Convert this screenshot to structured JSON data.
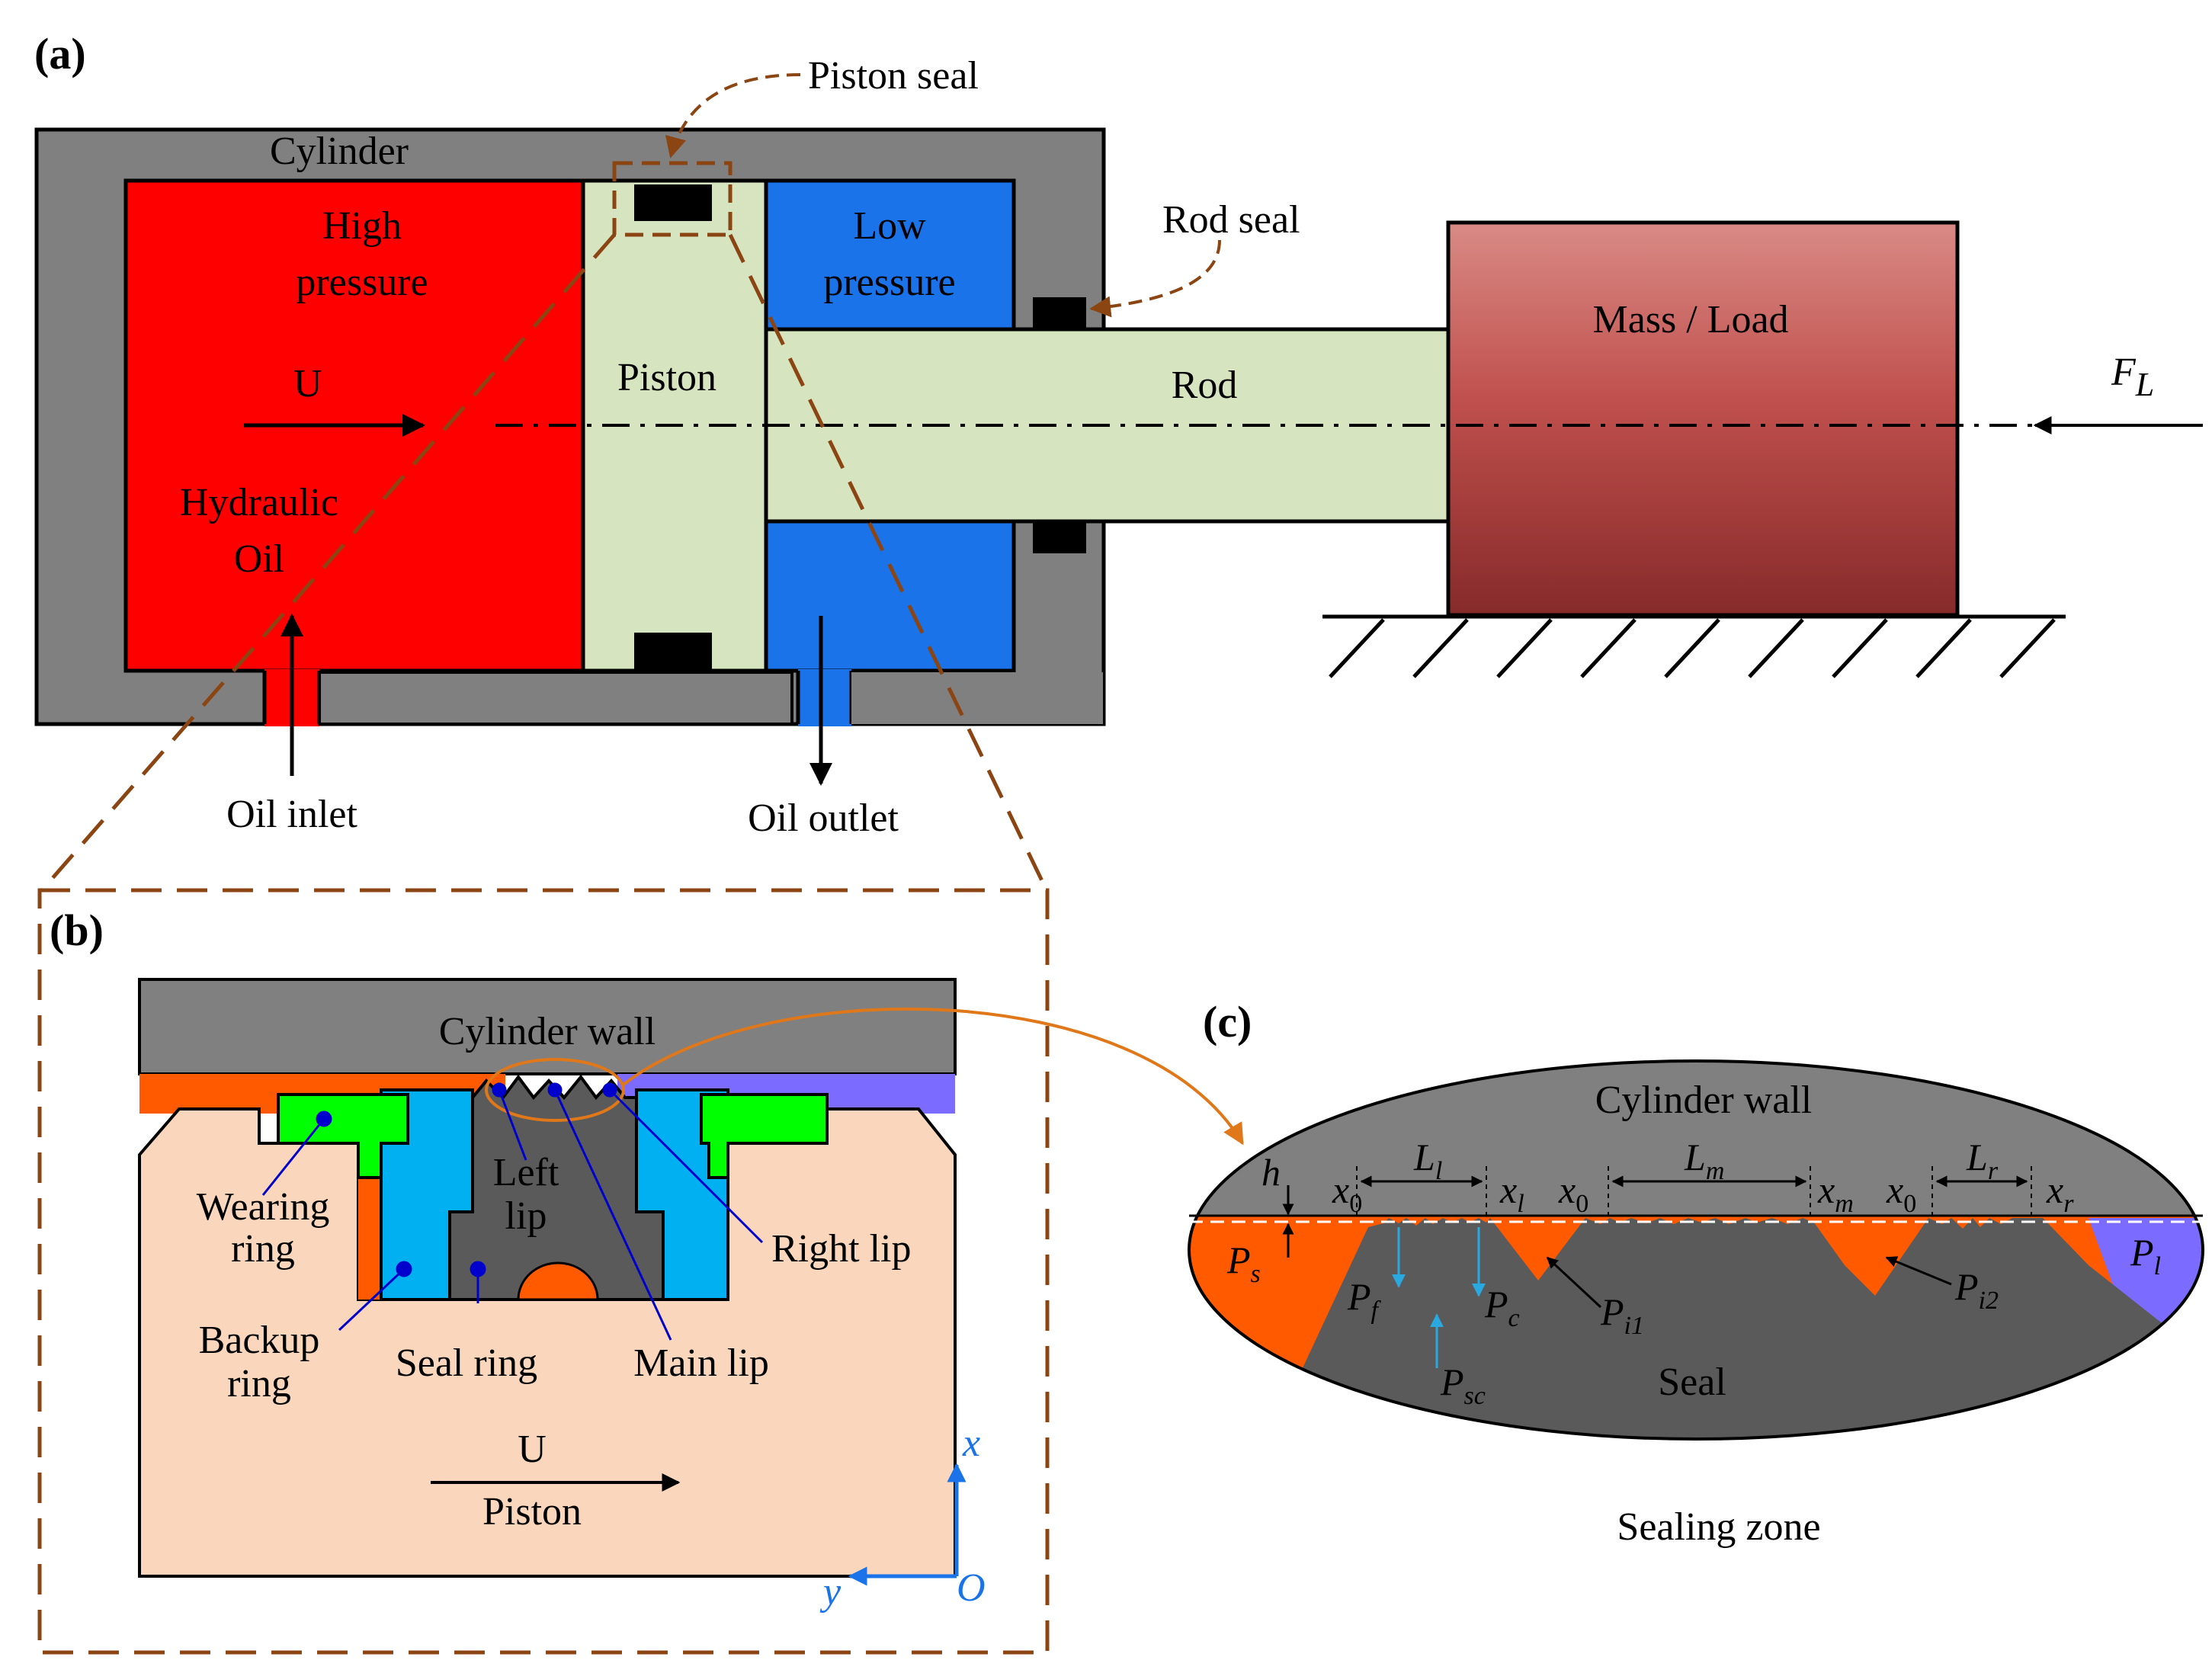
{
  "panel_a": {
    "label": "(a)",
    "cylinder": "Cylinder",
    "high_pressure_line1": "High",
    "high_pressure_line2": "pressure",
    "low_pressure_line1": "Low",
    "low_pressure_line2": "pressure",
    "piston": "Piston",
    "rod": "Rod",
    "mass_load": "Mass / Load",
    "velocity": "U",
    "hydraulic_oil_line1": "Hydraulic",
    "hydraulic_oil_line2": "Oil",
    "piston_seal": "Piston seal",
    "rod_seal": "Rod seal",
    "oil_inlet": "Oil inlet",
    "oil_outlet": "Oil outlet",
    "force_symbol": "F",
    "force_subscript": "L"
  },
  "panel_b": {
    "label": "(b)",
    "cylinder_wall": "Cylinder wall",
    "left_lip_line1": "Left",
    "left_lip_line2": "lip",
    "right_lip": "Right lip",
    "wearing_ring_line1": "Wearing",
    "wearing_ring_line2": "ring",
    "backup_ring_line1": "Backup",
    "backup_ring_line2": "ring",
    "seal_ring": "Seal ring",
    "main_lip": "Main lip",
    "velocity": "U",
    "piston": "Piston",
    "axis_x": "x",
    "axis_y": "y",
    "origin": "O"
  },
  "panel_c": {
    "label": "(c)",
    "cylinder_wall": "Cylinder wall",
    "seal": "Seal",
    "caption": "Sealing zone",
    "h": "h",
    "x0": "x",
    "x0_sub": "0",
    "ll": "L",
    "ll_sub": "l",
    "xl": "x",
    "xl_sub": "l",
    "lm": "L",
    "lm_sub": "m",
    "xm": "x",
    "xm_sub": "m",
    "lr": "L",
    "lr_sub": "r",
    "xr": "x",
    "xr_sub": "r",
    "ps": "P",
    "ps_sub": "s",
    "pf": "P",
    "pf_sub": "f",
    "pc": "P",
    "pc_sub": "c",
    "pi1": "P",
    "pi1_sub": "i1",
    "pi2": "P",
    "pi2_sub": "i2",
    "psc": "P",
    "psc_sub": "sc",
    "pl": "P",
    "pl_sub": "l"
  },
  "colors": {
    "high_pressure": "#ff0000",
    "low_pressure": "#1a73e8",
    "piston": "#d6e4bf",
    "cylinder": "#808080",
    "seal": "#5a5a5a",
    "mass_top": "#d98a85",
    "mass_bottom": "#8a2e2e",
    "leader": "#8b4513",
    "orange": "#ff5a00",
    "backup_ring": "#00b0f0",
    "wearing_ring": "#00ff00",
    "piston_body": "#fad7bc",
    "low_side_fluid": "#7b6cff"
  }
}
